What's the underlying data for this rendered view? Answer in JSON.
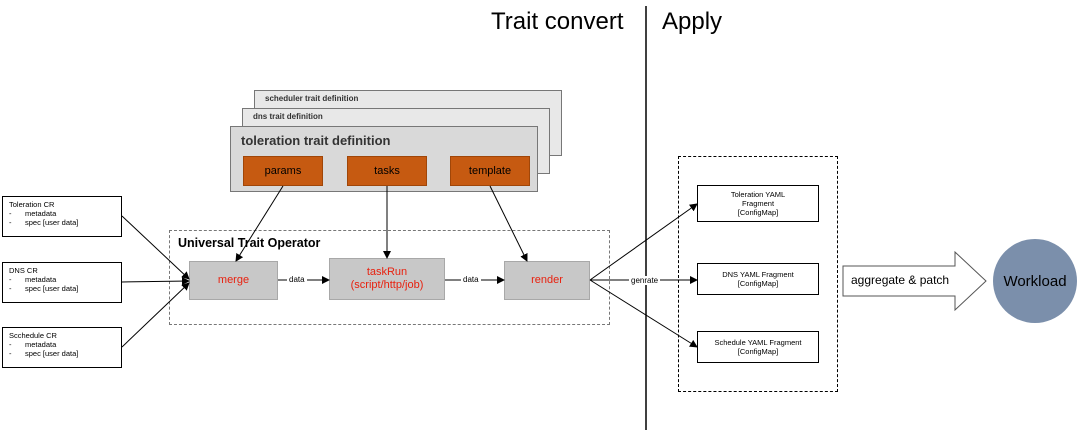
{
  "headers": {
    "trait_convert": "Trait convert",
    "apply": "Apply"
  },
  "definitions": {
    "scheduler": "scheduler trait definition",
    "dns": "dns trait definition",
    "toleration": "toleration trait definition",
    "params": "params",
    "tasks": "tasks",
    "template": "template"
  },
  "crs": [
    {
      "title": "Toleration CR",
      "line1": "metadata",
      "line2": "spec [user data]"
    },
    {
      "title": "DNS CR",
      "line1": "metadata",
      "line2": "spec [user data]"
    },
    {
      "title": "Scchedule CR",
      "line1": "metadata",
      "line2": "spec [user data]"
    }
  ],
  "operator": {
    "title": "Universal Trait Operator",
    "merge": "merge",
    "taskrun_line1": "taskRun",
    "taskrun_line2": "(script/http/job)",
    "render": "render",
    "data1": "data",
    "data2": "data",
    "genrate": "genrate"
  },
  "fragments": [
    {
      "line1": "Toleration YAML",
      "line2": "Fragment",
      "line3": "[ConfigMap]"
    },
    {
      "line1": "DNS YAML Fragment",
      "line2": "[ConfigMap]"
    },
    {
      "line1": "Schedule YAML Fragment",
      "line2": "[ConfigMap]"
    }
  ],
  "aggregate": "aggregate & patch",
  "workload": "Workload",
  "colors": {
    "orange": "#c65a11",
    "red_text": "#e8210f",
    "gray_box": "#c8c8c8",
    "workload": "#7b8fab"
  }
}
